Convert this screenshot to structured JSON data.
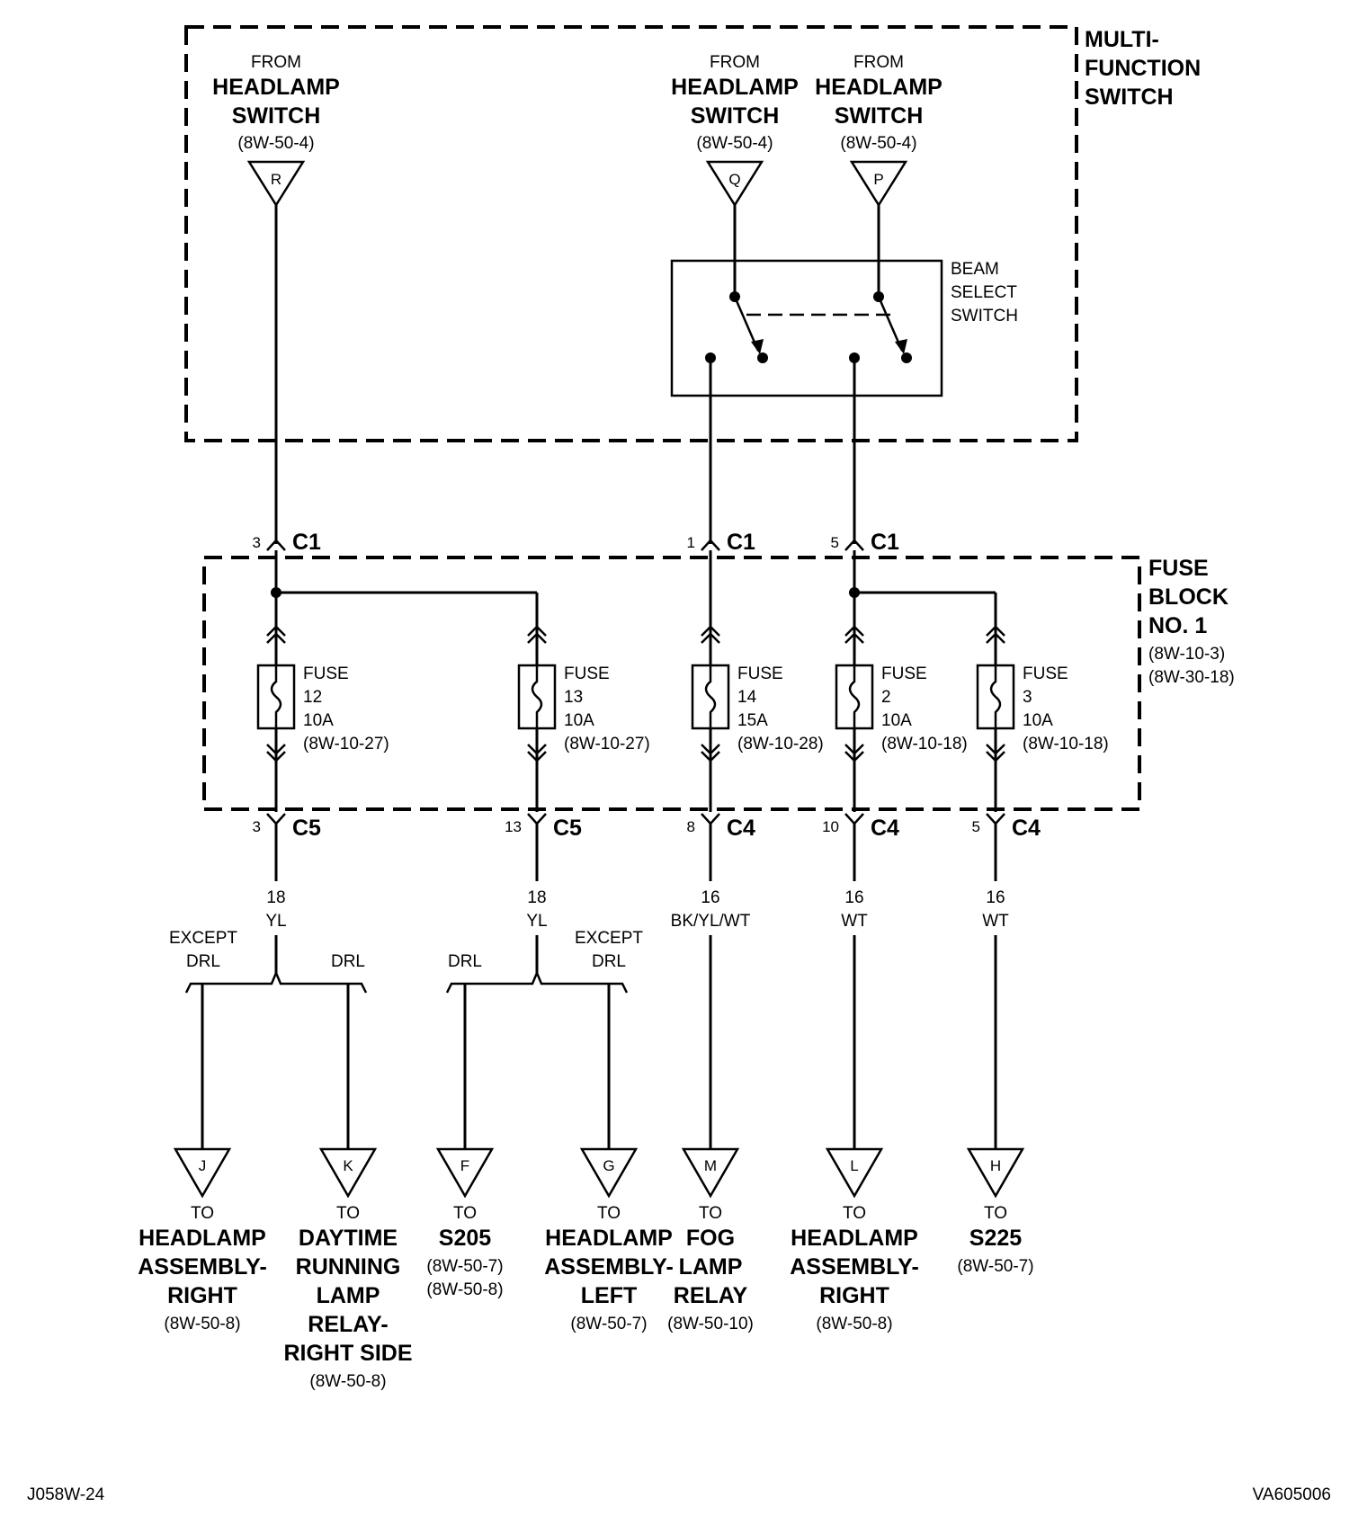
{
  "multifunction_switch": {
    "label": [
      "MULTI-",
      "FUNCTION",
      "SWITCH"
    ]
  },
  "sources": [
    {
      "from": "FROM",
      "name": [
        "HEADLAMP",
        "SWITCH"
      ],
      "ref": "(8W-50-4)",
      "letter": "R"
    },
    {
      "from": "FROM",
      "name": [
        "HEADLAMP",
        "SWITCH"
      ],
      "ref": "(8W-50-4)",
      "letter": "Q"
    },
    {
      "from": "FROM",
      "name": [
        "HEADLAMP",
        "SWITCH"
      ],
      "ref": "(8W-50-4)",
      "letter": "P"
    }
  ],
  "beam_select": {
    "label": [
      "BEAM",
      "SELECT",
      "SWITCH"
    ]
  },
  "c1_connectors": [
    {
      "pin": "3",
      "name": "C1"
    },
    {
      "pin": "1",
      "name": "C1"
    },
    {
      "pin": "5",
      "name": "C1"
    }
  ],
  "fuse_block": {
    "label": [
      "FUSE",
      "BLOCK",
      "NO. 1"
    ],
    "refs": [
      "(8W-10-3)",
      "(8W-30-18)"
    ]
  },
  "fuses": [
    {
      "label": "FUSE",
      "number": "12",
      "rating": "10A",
      "ref": "(8W-10-27)"
    },
    {
      "label": "FUSE",
      "number": "13",
      "rating": "10A",
      "ref": "(8W-10-27)"
    },
    {
      "label": "FUSE",
      "number": "14",
      "rating": "15A",
      "ref": "(8W-10-28)"
    },
    {
      "label": "FUSE",
      "number": "2",
      "rating": "10A",
      "ref": "(8W-10-18)"
    },
    {
      "label": "FUSE",
      "number": "3",
      "rating": "10A",
      "ref": "(8W-10-18)"
    }
  ],
  "output_connectors": [
    {
      "pin": "3",
      "name": "C5"
    },
    {
      "pin": "13",
      "name": "C5"
    },
    {
      "pin": "8",
      "name": "C4"
    },
    {
      "pin": "10",
      "name": "C4"
    },
    {
      "pin": "5",
      "name": "C4"
    }
  ],
  "wires": [
    {
      "gauge": "18",
      "color": "YL"
    },
    {
      "gauge": "18",
      "color": "YL"
    },
    {
      "gauge": "16",
      "color": "BK/YL/WT"
    },
    {
      "gauge": "16",
      "color": "WT"
    },
    {
      "gauge": "16",
      "color": "WT"
    }
  ],
  "branch_labels": {
    "left_except": [
      "EXCEPT",
      "DRL"
    ],
    "left_drl": "DRL",
    "right_drl": "DRL",
    "right_except": [
      "EXCEPT",
      "DRL"
    ]
  },
  "destinations": [
    {
      "letter": "J",
      "to": "TO",
      "name": [
        "HEADLAMP",
        "ASSEMBLY-",
        "RIGHT"
      ],
      "refs": [
        "(8W-50-8)"
      ]
    },
    {
      "letter": "K",
      "to": "TO",
      "name": [
        "DAYTIME",
        "RUNNING",
        "LAMP",
        "RELAY-",
        "RIGHT SIDE"
      ],
      "refs": [
        "(8W-50-8)"
      ]
    },
    {
      "letter": "F",
      "to": "TO",
      "name": [
        "S205"
      ],
      "refs": [
        "(8W-50-7)",
        "(8W-50-8)"
      ]
    },
    {
      "letter": "G",
      "to": "TO",
      "name": [
        "HEADLAMP",
        "ASSEMBLY-",
        "LEFT"
      ],
      "refs": [
        "(8W-50-7)"
      ]
    },
    {
      "letter": "M",
      "to": "TO",
      "name": [
        "FOG",
        "LAMP",
        "RELAY"
      ],
      "refs": [
        "(8W-50-10)"
      ]
    },
    {
      "letter": "L",
      "to": "TO",
      "name": [
        "HEADLAMP",
        "ASSEMBLY-",
        "RIGHT"
      ],
      "refs": [
        "(8W-50-8)"
      ]
    },
    {
      "letter": "H",
      "to": "TO",
      "name": [
        "S225"
      ],
      "refs": [
        "(8W-50-7)"
      ]
    }
  ],
  "footer": {
    "left": "J058W-24",
    "right": "VA605006"
  }
}
